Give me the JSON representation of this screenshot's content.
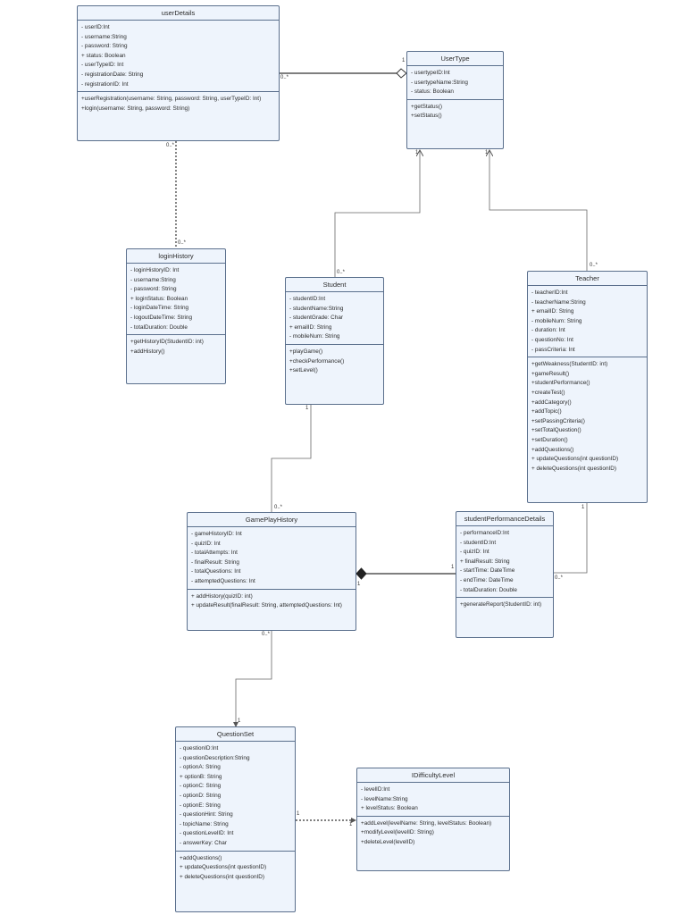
{
  "classes": {
    "userDetails": {
      "name": "userDetails",
      "attributes": [
        "- userID:Int",
        "- username:String",
        "- password: String",
        "+ status: Boolean",
        "- userTypeID: Int",
        "- registrationDate: String",
        "- registrationID: Int"
      ],
      "methods": [
        "+userRegistration(username: String, password: String, userTypeID: Int)",
        "+login(username: String, password: String)"
      ]
    },
    "userType": {
      "name": "UserType",
      "attributes": [
        "- usertypeID:Int",
        "- usertypeName:String",
        "- status: Boolean"
      ],
      "methods": [
        "+getStatus()",
        "+setStatus()"
      ]
    },
    "loginHistory": {
      "name": "loginHistory",
      "attributes": [
        "- loginHistoryID: Int",
        "- username:String",
        "- password: String",
        "+ loginStatus: Boolean",
        "- loginDateTime: String",
        "- logoutDateTime: String",
        "- totalDuration: Double"
      ],
      "methods": [
        "+getHistoryID(StudentID: int)",
        "+addHistory()"
      ]
    },
    "student": {
      "name": "Student",
      "attributes": [
        "- studentID:Int",
        "- studentName:String",
        "- studentGrade: Char",
        "+ emailID: String",
        "- mobileNum: String"
      ],
      "methods": [
        "+playGame()",
        "+checkPerformance()",
        "+setLevel()"
      ]
    },
    "teacher": {
      "name": "Teacher",
      "attributes": [
        "- teacherID:Int",
        "- teacherName:String",
        "+ emailID: String",
        "- mobileNum: String",
        "- duration: Int",
        "- questionNo: Int",
        "- passCriteria: Int"
      ],
      "methods": [
        "+getWeakness(StudentID: int)",
        "+gameResult()",
        "+studentPerformance()",
        "+createTest()",
        "+addCategory()",
        "+addTopic()",
        "+setPassingCriteria()",
        "+setTotalQuestion()",
        "+setDuration()",
        "+addQuestions()",
        "+ updateQuestions(int questionID)",
        "+ deleteQuestions(int questionID)"
      ]
    },
    "gamePlayHistory": {
      "name": "GamePlayHistory",
      "attributes": [
        "- gameHistoryID: Int",
        "- quizID: Int",
        "- totalAttempts: Int",
        "- finalResult: String",
        "- totalQuestions: Int",
        "- attemptedQuestions: Int"
      ],
      "methods": [
        "+ addHistory(quizID: int)",
        "+ updateResult(finalResult: String, attemptedQuestions: Int)"
      ]
    },
    "studentPerformanceDetails": {
      "name": "studentPerformanceDetails",
      "attributes": [
        "- performanceID:Int",
        "- studentID:Int",
        "- quizID: Int",
        "+ finalResult: String",
        "- startTime: DateTime",
        "- endTime: DateTime",
        "- totalDuration: Double"
      ],
      "methods": [
        "+generateReport(StudentID: int)"
      ]
    },
    "questionSet": {
      "name": "QuestionSet",
      "attributes": [
        "- questionID:Int",
        "- questionDescription:String",
        "- optionA: String",
        "+ optionB: String",
        "- optionC: String",
        "- optionD: String",
        "- optionE: String",
        "- questionHint: String",
        "- topicName: String",
        "- questionLevelID: Int",
        "- answerKey: Char"
      ],
      "methods": [
        "+addQuestions()",
        "+ updateQuestions(int questionID)",
        "+ deleteQuestions(int questionID)"
      ]
    },
    "difficultyLevel": {
      "name": "IDifficultyLevel",
      "attributes": [
        "- levelID:Int",
        "- levelName:String",
        "+ levelStatus: Boolean"
      ],
      "methods": [
        "+addLevel(levelName: String, levelStatus: Boolean)",
        "+modifyLevel(levelID: String)",
        "+deleteLevel(levelID)"
      ]
    }
  },
  "multiplicities": {
    "userDetails_userType_src": "0..*",
    "userDetails_userType_dst": "1",
    "userDetails_loginHistory_src": "0..*",
    "userDetails_loginHistory_dst": "0..*",
    "student_userType_src": "0..*",
    "student_userType_dst": "1",
    "teacher_userType_src": "0..*",
    "teacher_userType_dst": "1",
    "student_gamePlay_src": "1",
    "student_gamePlay_dst": "0..*",
    "teacher_perf_src": "1",
    "teacher_perf_dst": "0..*",
    "gamePlay_perf_src": "1",
    "gamePlay_perf_dst": "1",
    "gamePlay_question_src": "0..*",
    "gamePlay_question_dst": "1",
    "question_level_src": "1",
    "question_level_dst": "1"
  },
  "colors": {
    "box_fill": "#eef4fc",
    "box_border": "#5a6f8c",
    "line": "#555555"
  }
}
